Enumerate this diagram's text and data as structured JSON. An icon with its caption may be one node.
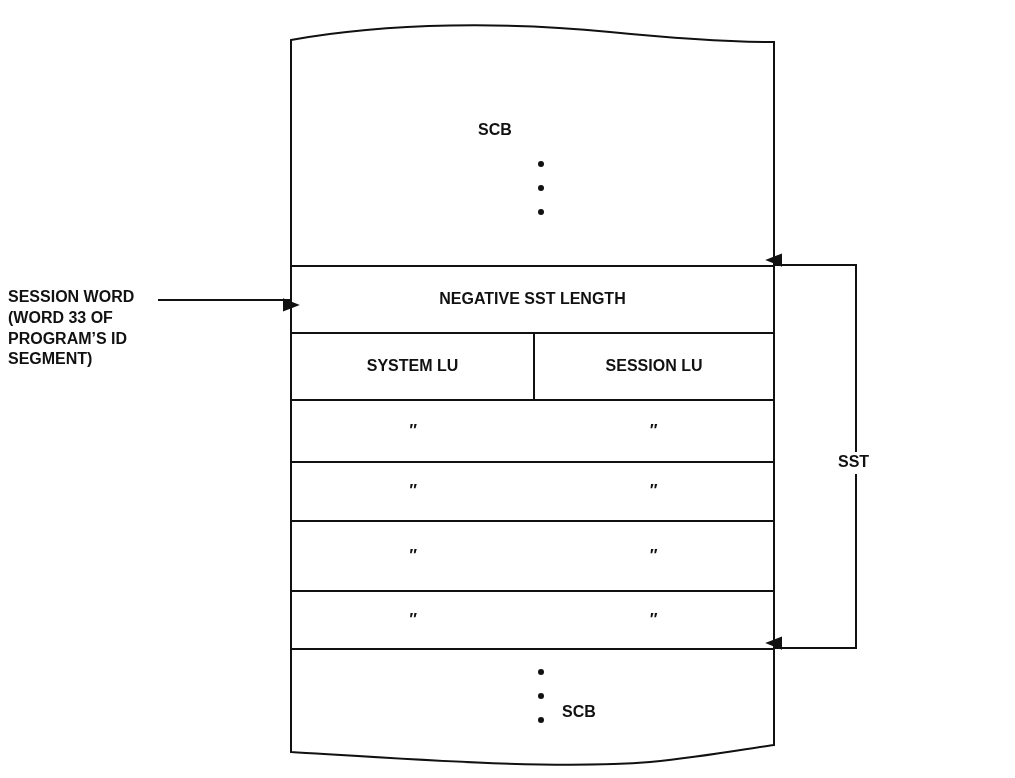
{
  "diagram": {
    "nodes": [
      {
        "text": [
          "SCB"
        ]
      },
      {
        "text": [
          "NEGATIVE SST LENGTH"
        ]
      },
      {
        "text": [
          "SYSTEM LU"
        ]
      },
      {
        "text": [
          "SESSION LU"
        ]
      },
      {
        "text": [
          "″",
          "″"
        ]
      },
      {
        "text": [
          "″",
          "″"
        ]
      },
      {
        "text": [
          "″",
          "″"
        ]
      },
      {
        "text": [
          "″",
          "″"
        ]
      },
      {
        "text": [
          "SCB"
        ]
      },
      {
        "text": [
          "SESSION WORD (WORD 33 OF PROGRAM’S ID SEGMENT)"
        ]
      },
      {
        "text": [
          "SST"
        ]
      }
    ],
    "edges": [
      {
        "from": 9,
        "to": 1,
        "arrow": "to"
      },
      {
        "from": 10,
        "to": 1,
        "arrow": "to"
      },
      {
        "from": 10,
        "to": 8,
        "arrow": "to"
      }
    ]
  }
}
